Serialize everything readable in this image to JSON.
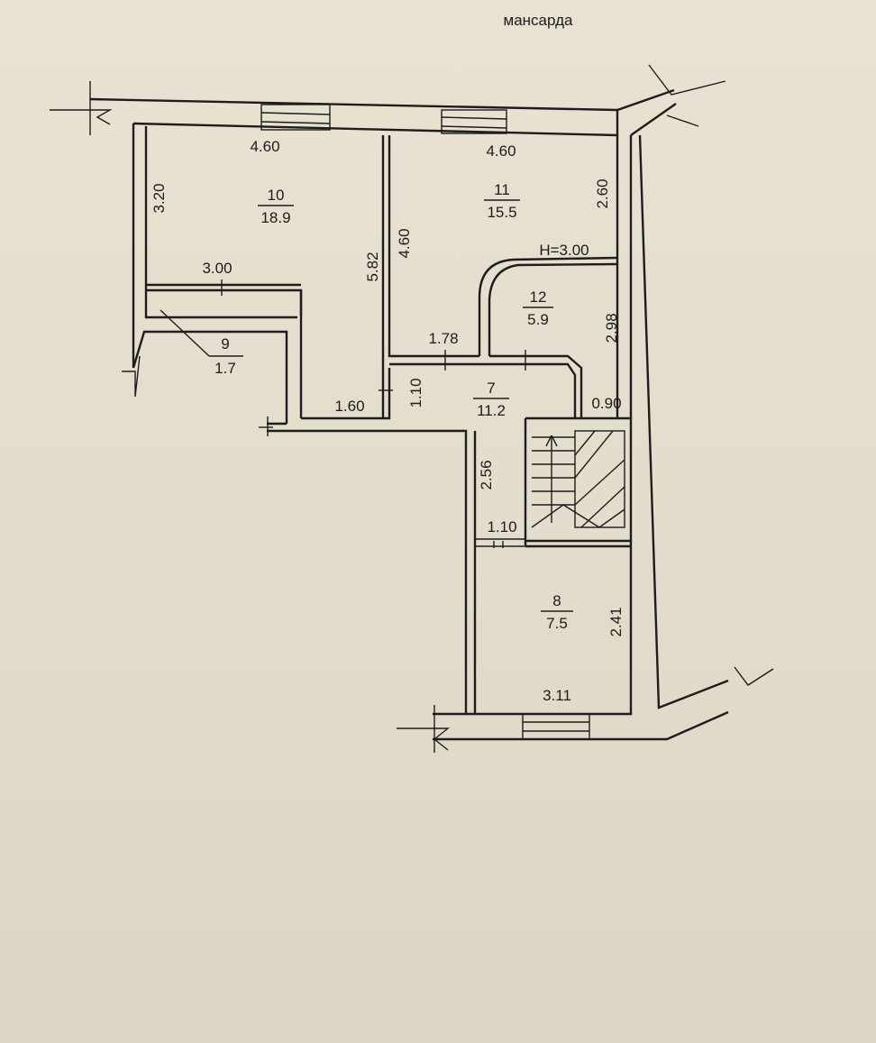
{
  "title": "мансарда",
  "rooms": [
    {
      "number": "10",
      "area": "18.9"
    },
    {
      "number": "11",
      "area": "15.5"
    },
    {
      "number": "12",
      "area": "5.9"
    },
    {
      "number": "9",
      "area": "1.7"
    },
    {
      "number": "7",
      "area": "11.2"
    },
    {
      "number": "8",
      "area": "7.5"
    }
  ],
  "dimensions": {
    "d_4_60_a": "4.60",
    "d_4_60_b": "4.60",
    "d_4_60_c": "4.60",
    "d_3_20": "3.20",
    "d_2_60": "2.60",
    "d_5_82": "5.82",
    "d_3_00": "3.00",
    "d_h_3_00": "H=3.00",
    "d_2_98": "2.98",
    "d_1_78": "1.78",
    "d_1_10_a": "1.10",
    "d_1_60": "1.60",
    "d_0_90": "0.90",
    "d_2_56": "2.56",
    "d_1_10_b": "1.10",
    "d_2_41": "2.41",
    "d_3_11": "3.11"
  }
}
